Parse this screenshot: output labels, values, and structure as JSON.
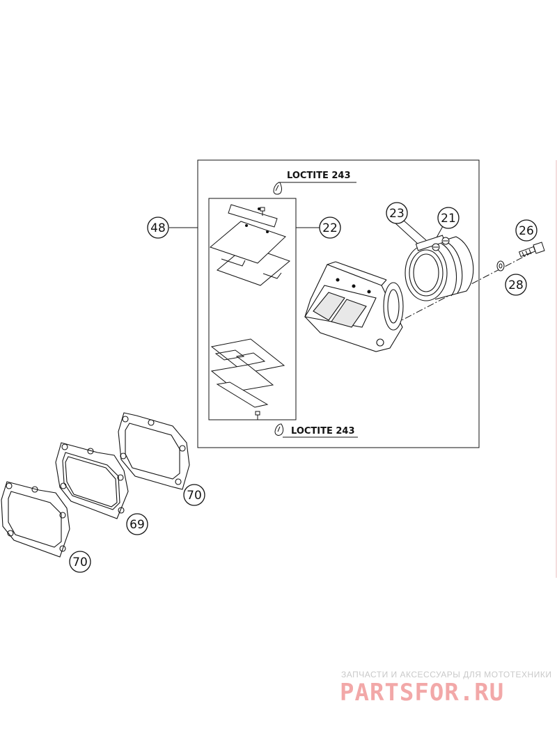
{
  "diagram": {
    "callouts": [
      {
        "id": "48",
        "label": "48"
      },
      {
        "id": "22",
        "label": "22"
      },
      {
        "id": "23",
        "label": "23"
      },
      {
        "id": "21",
        "label": "21"
      },
      {
        "id": "26",
        "label": "26"
      },
      {
        "id": "28",
        "label": "28"
      },
      {
        "id": "70a",
        "label": "70"
      },
      {
        "id": "69",
        "label": "69"
      },
      {
        "id": "70b",
        "label": "70"
      }
    ],
    "loctite_top": "LOCTITE 243",
    "loctite_bottom": "LOCTITE 243"
  },
  "watermark": {
    "tagline": "ЗАПЧАСТИ И АКСЕССУАРЫ ДЛЯ МОТОТЕХНИКИ",
    "brand": "PARTSFOR.RU"
  },
  "colors": {
    "line": "#111111",
    "watermark_red": "#f2a8a8",
    "watermark_grey": "#c9c9c9"
  }
}
